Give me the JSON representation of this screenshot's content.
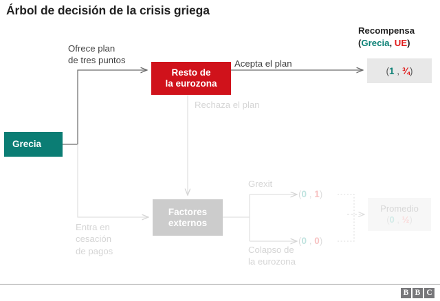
{
  "title": "Árbol de decisión de la crisis griega",
  "legend": {
    "heading": "Recompensa",
    "open_paren": "(",
    "player1": "Grecia",
    "comma": ", ",
    "player2": "UE",
    "close_paren": ")"
  },
  "nodes": {
    "greece": "Grecia",
    "eurozone": "Resto de\nla eurozona",
    "external": "Factores\nexternos"
  },
  "edges": {
    "offer": "Ofrece plan\nde tres puntos",
    "accept": "Acepta el plan",
    "reject": "Rechaza el plan",
    "default": "Entra en\ncesación\nde pagos",
    "grexit": "Grexit",
    "collapse": "Colapso de\nla eurozona"
  },
  "payoffs": {
    "accept": {
      "open": "(",
      "greece": "1",
      "sep": " , ",
      "eu": "¾",
      "close": ")"
    },
    "grexit": {
      "open": "(",
      "greece": "0",
      "sep": " , ",
      "eu": "1",
      "close": ")"
    },
    "collapse": {
      "open": "(",
      "greece": "0",
      "sep": " , ",
      "eu": "0",
      "close": ")"
    },
    "average": {
      "open": "(",
      "greece": "0",
      "sep": " , ",
      "eu": "½",
      "close": ")"
    }
  },
  "average_box": {
    "label": "Promedio"
  },
  "footer": {
    "logo_letters": [
      "B",
      "B",
      "C"
    ]
  },
  "colors": {
    "greece_teal": "#0b7d74",
    "eurozone_red": "#d0121b",
    "external_gray": "#cccccc",
    "payoff_box_gray": "#e8e8e8",
    "faded_gray": "#d5d5d5"
  },
  "chart_data": {
    "type": "diagram",
    "title": "Árbol de decisión de la crisis griega",
    "diagram_kind": "game-theory decision tree",
    "players": [
      "Grecia",
      "UE"
    ],
    "nodes": [
      {
        "id": "greece",
        "label": "Grecia",
        "kind": "decision",
        "color": "#0b7d74"
      },
      {
        "id": "eurozone",
        "label": "Resto de la eurozona",
        "kind": "decision",
        "color": "#d0121b"
      },
      {
        "id": "external",
        "label": "Factores externos",
        "kind": "chance",
        "color": "#cccccc"
      },
      {
        "id": "average",
        "label": "Promedio",
        "kind": "expected-value",
        "color": "#f7f7f7"
      }
    ],
    "edges": [
      {
        "from": "greece",
        "to": "eurozone",
        "label": "Ofrece plan de tres puntos",
        "emphasis": "active"
      },
      {
        "from": "greece",
        "to": "external",
        "label": "Entra en cesación de pagos",
        "emphasis": "faded"
      },
      {
        "from": "eurozone",
        "to": "payoff_accept",
        "label": "Acepta el plan",
        "emphasis": "active"
      },
      {
        "from": "eurozone",
        "to": "external",
        "label": "Rechaza el plan",
        "emphasis": "faded"
      },
      {
        "from": "external",
        "to": "payoff_grexit",
        "label": "Grexit",
        "emphasis": "faded"
      },
      {
        "from": "external",
        "to": "payoff_collapse",
        "label": "Colapso de la eurozona",
        "emphasis": "faded"
      },
      {
        "from": "payoff_grexit",
        "to": "average",
        "label": "",
        "emphasis": "dotted"
      },
      {
        "from": "payoff_collapse",
        "to": "average",
        "label": "",
        "emphasis": "dotted"
      }
    ],
    "outcomes": [
      {
        "id": "payoff_accept",
        "greece": 1,
        "eu": 0.75,
        "display": "(1 , ¾)"
      },
      {
        "id": "payoff_grexit",
        "greece": 0,
        "eu": 1,
        "display": "(0 , 1)"
      },
      {
        "id": "payoff_collapse",
        "greece": 0,
        "eu": 0,
        "display": "(0 , 0)"
      },
      {
        "id": "average",
        "greece": 0,
        "eu": 0.5,
        "display": "(0 , ½)"
      }
    ]
  }
}
